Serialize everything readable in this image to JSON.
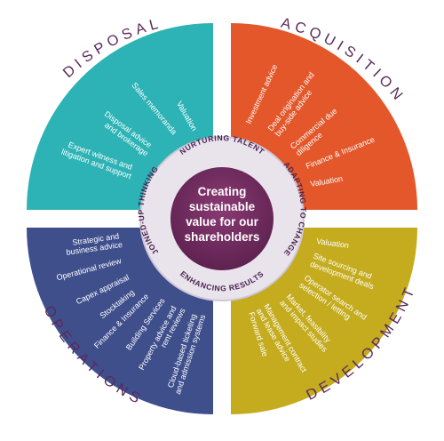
{
  "outer_labels": {
    "disposal": "DISPOSAL",
    "acquisition": "ACQUISITION",
    "development": "DEVELOPMENT",
    "operations": "OPERATIONS"
  },
  "center": {
    "lines": [
      "Creating",
      "sustainable",
      "value for our",
      "shareholders"
    ]
  },
  "ring": {
    "top": "NURTURING TALENT",
    "right": "ADAPTING TO CHANGE",
    "bottom": "ENHANCING RESULTS",
    "left": "JOINED-UP THINKING"
  },
  "quadrants": {
    "disposal": {
      "color": "#2db3b5",
      "items": [
        [
          "Valuation"
        ],
        [
          "Sales memoranda"
        ],
        [
          "Disposal advice",
          "and brokerage"
        ],
        [
          "Expert witness and",
          "litigation and support"
        ]
      ]
    },
    "acquisition": {
      "color": "#e3572b",
      "items": [
        [
          "Investment advice"
        ],
        [
          "Deal origination and",
          "buy-side advice"
        ],
        [
          "Commercial due",
          "diligence"
        ],
        [
          "Finance & Insurance"
        ],
        [
          "Valuation"
        ]
      ]
    },
    "development": {
      "color": "#c4ac1e",
      "items": [
        [
          "Valuation"
        ],
        [
          "Site sourcing and",
          "development deals"
        ],
        [
          "Operator search and",
          "selection / letting"
        ],
        [
          "Market, feasibility",
          "and impact studies"
        ],
        [
          "Management contract",
          "and lease advice"
        ],
        [
          "Forward sale"
        ]
      ]
    },
    "operations": {
      "color": "#3f4f8c",
      "items": [
        [
          "Strategic and",
          "business advice"
        ],
        [
          "Operational review"
        ],
        [
          "Capex appraisal"
        ],
        [
          "Stocktaking"
        ],
        [
          "Finance & Insurance"
        ],
        [
          "Building Services"
        ],
        [
          "Property advice and",
          "rent reviews"
        ],
        [
          "Cloud-based ticketing",
          "and admission systems"
        ]
      ]
    }
  },
  "colors": {
    "ring": "#e9e3ec",
    "ring_border": "#cfc6d6",
    "center": "#6d2a5b",
    "label": "#5a2a5a"
  }
}
